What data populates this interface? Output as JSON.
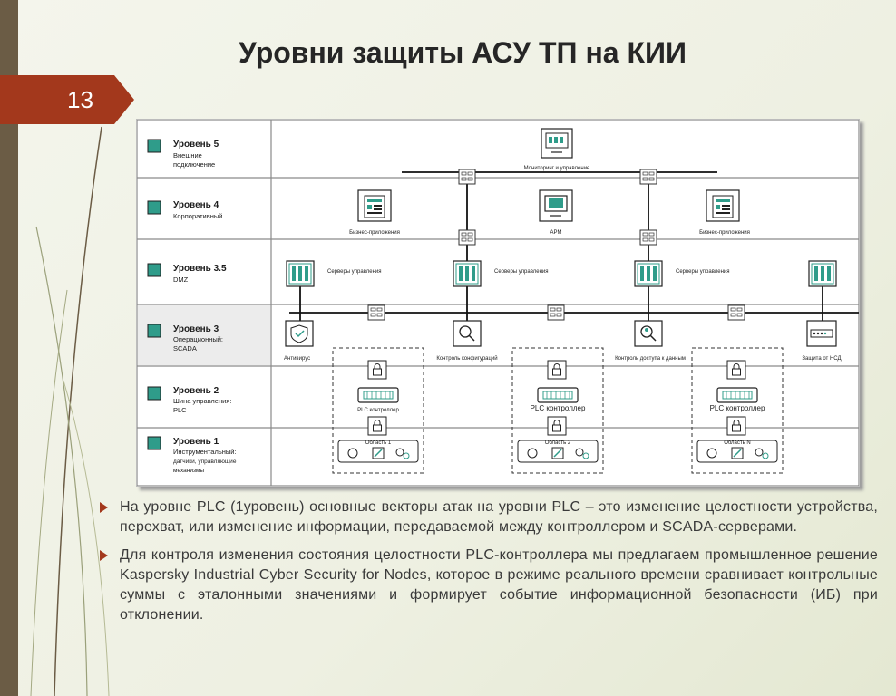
{
  "slide": {
    "title": "Уровни защиты АСУ ТП на КИИ",
    "number": "13",
    "colors": {
      "accent": "#a3381c",
      "level_marker": "#2f9c8a",
      "frame": "#6b5c45"
    }
  },
  "diagram": {
    "levels": [
      {
        "name": "Уровень 5",
        "desc": [
          "Внешние",
          "подключение"
        ]
      },
      {
        "name": "Уровень 4",
        "desc": [
          "Корпоративный"
        ]
      },
      {
        "name": "Уровень 3.5",
        "desc": [
          "DMZ"
        ]
      },
      {
        "name": "Уровень 3",
        "desc": [
          "Операционный:",
          "SCADA"
        ]
      },
      {
        "name": "Уровень 2",
        "desc": [
          "Шина управления:",
          "PLC"
        ]
      },
      {
        "name": "Уровень 1",
        "desc": [
          "Инструментальный:",
          "датчики, управляющие",
          "механизмы"
        ]
      }
    ],
    "labels": {
      "monitoring": "Мониторинг и управление",
      "business_app_1": "Бизнес-приложения",
      "arm": "АРМ",
      "business_app_2": "Бизнес-приложения",
      "mgmt_servers": [
        "Серверы управления",
        "Серверы управления",
        "Серверы управления"
      ],
      "antivirus": "Антивирус",
      "config_control": "Контроль конфигураций",
      "access_control": "Контроль доступа к данным",
      "nsd_protection": "Защита от НСД",
      "plc": [
        "PLC контроллер",
        "PLC контроллер",
        "PLC контроллер"
      ],
      "areas": [
        "Область 1",
        "Область 2",
        "Область N"
      ]
    },
    "icons": [
      "monitor-icon",
      "firewall-icon",
      "document-icon",
      "server-icon",
      "shield-icon",
      "search-icon",
      "user-search-icon",
      "lock-icon",
      "plc-icon",
      "gear-icon",
      "key-icon"
    ]
  },
  "bullets": [
    "На уровне PLC (1уровень) основные векторы атак на уровни PLC – это изменение целостности устройства, перехват, или изменение информации, передаваемой между контроллером и SCADA-серверами.",
    "Для контроля изменения состояния целостности PLC-контроллера мы предлагаем промышленное решение Kaspersky Industrial Cyber Security for Nodes, которое в режиме реального времени сравнивает контрольные суммы с эталонными значениями и формирует событие информационной безопасности (ИБ) при отклонении."
  ]
}
